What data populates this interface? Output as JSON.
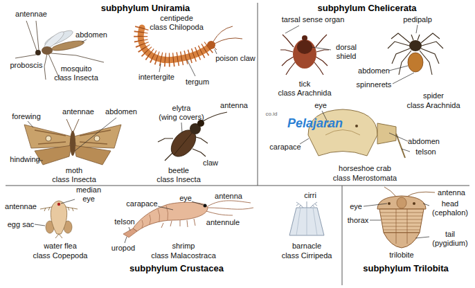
{
  "diagram": {
    "labels": [
      "subphylum Uniramia",
      "antennae",
      "abdomen",
      "proboscis",
      "mosquito",
      "class Insecta",
      "centipede",
      "class Chilopoda",
      "poison claw",
      "intertergite",
      "tergum",
      "antenna",
      "forewing",
      "antennae",
      "abdomen",
      "hindwing",
      "moth",
      "class Insecta",
      "elytra",
      "(wing covers)",
      "claw",
      "beetle",
      "class Insecta",
      "subphylum Chelicerata",
      "tarsal sense organ",
      "pedipalp",
      "dorsal shield",
      "tick",
      "class Arachnida",
      "abdomen",
      "spinnerets",
      "spider",
      "class Arachnida",
      "eye",
      "carapace",
      "abdomen",
      "telson",
      "horseshoe crab",
      "class Merostomata",
      "co.id",
      "Pelajaran",
      "median eye",
      "antennae",
      "egg sac",
      "water flea",
      "class Copepoda",
      "carapace",
      "eye",
      "antenna",
      "antennule",
      "telson",
      "uropod",
      "shrimp",
      "class Malacostraca",
      "cirri",
      "barnacle",
      "class Cirripeda",
      "subphylum Crustacea",
      "antenna",
      "eye",
      "head (cephalon)",
      "thorax",
      "tail (pygidium)",
      "trilobite",
      "subphylum Trilobita"
    ]
  }
}
